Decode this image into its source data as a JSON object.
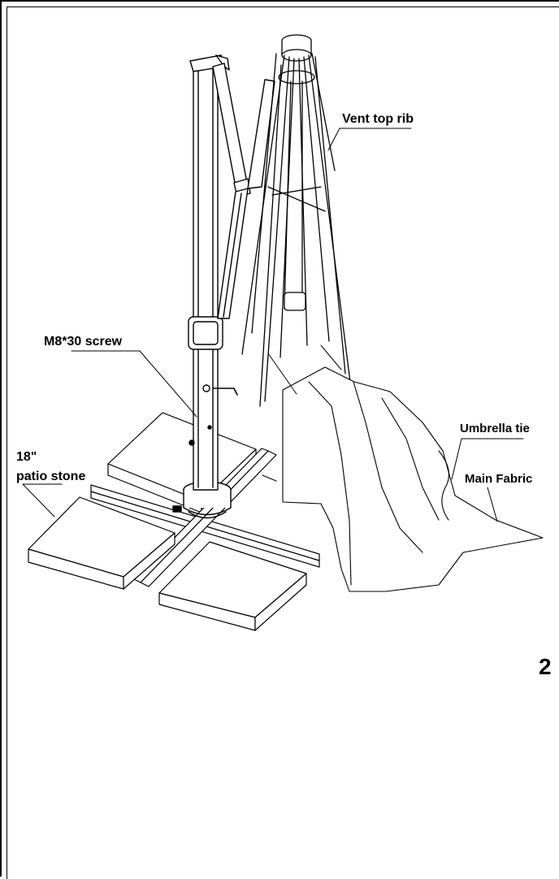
{
  "labels": {
    "vent_top_rib": "Vent top rib",
    "m8_screw": "M8*30 screw",
    "umbrella_tie": "Umbrella tie",
    "main_fabric": "Main Fabric",
    "patio_stone_line1": "18\"",
    "patio_stone_line2": "patio stone",
    "step_number": "2"
  },
  "colors": {
    "ink": "#000000",
    "paper": "#ffffff"
  }
}
